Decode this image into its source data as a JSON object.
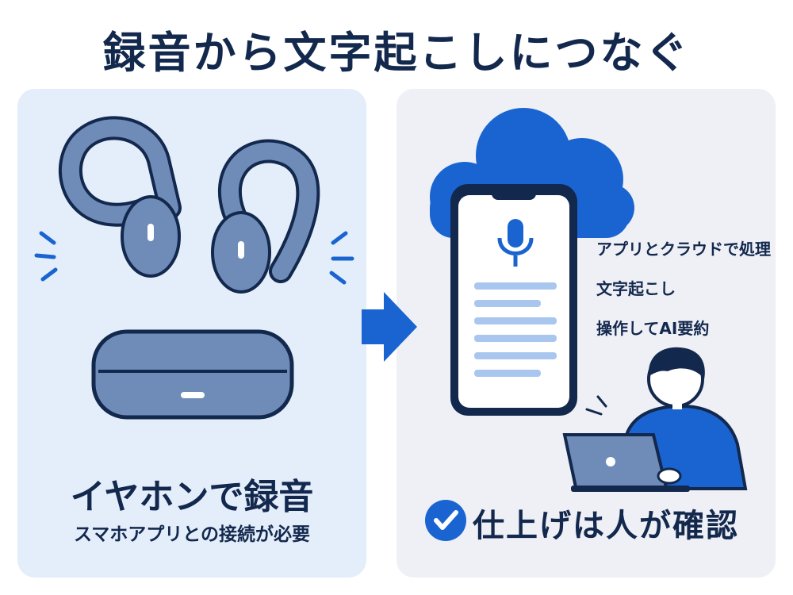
{
  "title": "録音から文字起こしにつなぐ",
  "left": {
    "heading": "イヤホンで録音",
    "subtext": "スマホアプリとの接続が必要"
  },
  "right": {
    "features": [
      "アプリとクラウドで処理",
      "文字起こし",
      "操作してAI要約"
    ],
    "heading": "仕上げは人が確認"
  },
  "icons": {
    "earbuds": "earbuds-icon",
    "charging_case": "charging-case-icon",
    "arrow": "arrow-right-icon",
    "cloud": "cloud-icon",
    "smartphone": "smartphone-icon",
    "microphone": "microphone-icon",
    "person_laptop": "person-with-laptop-icon",
    "check": "check-circle-icon"
  },
  "colors": {
    "navy": "#13284d",
    "blue": "#1a64d2",
    "device": "#6f8cb8",
    "panel_left": "#e4eefb",
    "panel_right": "#eef0f5"
  }
}
